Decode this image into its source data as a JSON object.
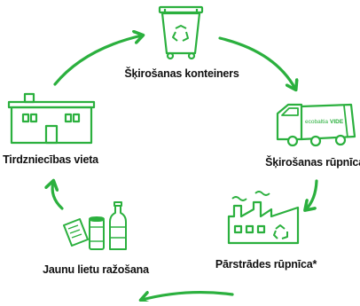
{
  "colors": {
    "accent": "#2bb03e",
    "text": "#111111",
    "truck_text": "#2bb03e"
  },
  "nodes": [
    {
      "id": "container",
      "label": "Šķirošanas konteiners",
      "icon": "recycling-container-icon"
    },
    {
      "id": "sorting",
      "label": "Šķirošanas rūpnīca",
      "icon": "garbage-truck-icon"
    },
    {
      "id": "recycling",
      "label": "Pārstrādes rūpnīca*",
      "icon": "factory-icon"
    },
    {
      "id": "production",
      "label": "Jaunu lietu ražošana",
      "icon": "products-icon"
    },
    {
      "id": "store",
      "label": "Tirdzniecības vieta",
      "icon": "store-icon"
    }
  ],
  "truck": {
    "brand": "ecobaltia",
    "sub": "VIDE"
  },
  "cycle_direction": "clockwise"
}
